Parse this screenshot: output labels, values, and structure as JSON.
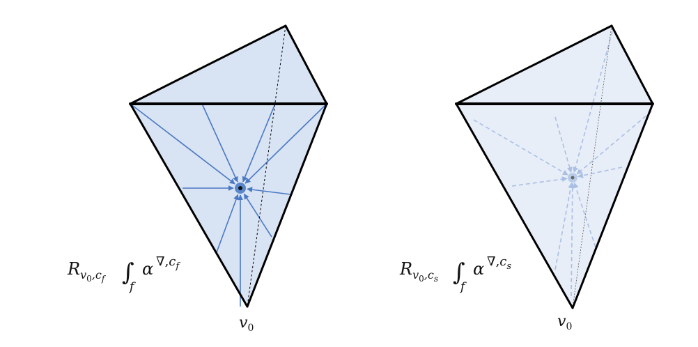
{
  "colors": {
    "face_fill_strong": "#d8e3f3",
    "face_fill_light": "#e8eef8",
    "edge": "#000000",
    "ray_strong": "#4a78c3",
    "ray_light": "#a9bfe3"
  },
  "left_panel": {
    "formula": {
      "R": "R",
      "sub_v": "v",
      "sub_0": "0",
      "sub_comma": ",",
      "sub_c": "c",
      "sub_f": "f",
      "integral": "∫",
      "integral_sub": "f",
      "alpha": "α",
      "sup_nabla": "∇,",
      "sup_c": "c",
      "sup_f": "f"
    },
    "vertex_label": {
      "v": "v",
      "sub": "0"
    }
  },
  "right_panel": {
    "formula": {
      "R": "R",
      "sub_v": "v",
      "sub_0": "0",
      "sub_comma": ",",
      "sub_c": "c",
      "sub_s": "s",
      "integral": "∫",
      "integral_sub": "f",
      "alpha": "α",
      "sup_nabla": "∇,",
      "sup_c": "c",
      "sup_s": "s"
    },
    "vertex_label": {
      "v": "v",
      "sub": "0"
    }
  }
}
